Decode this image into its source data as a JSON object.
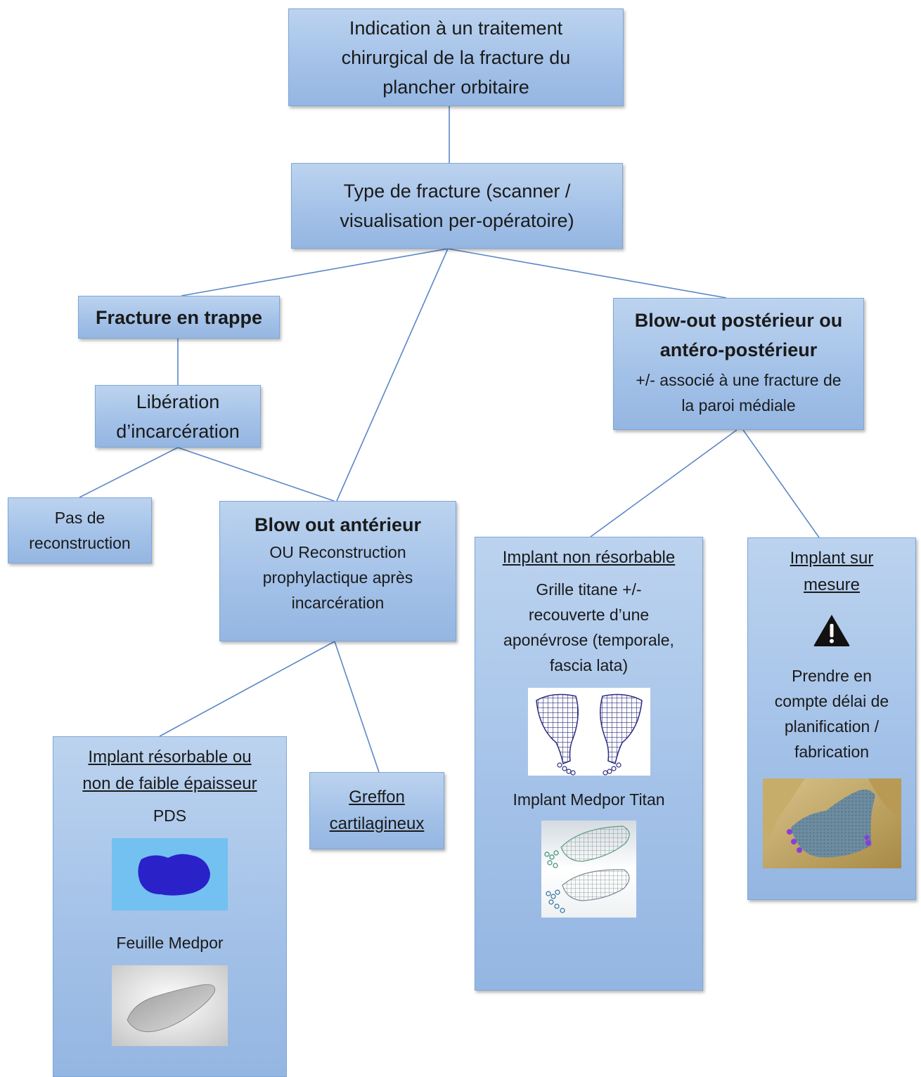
{
  "nodes": {
    "root": {
      "lines": [
        "Indication à un traitement",
        "chirurgical de la fracture du",
        "plancher orbitaire"
      ]
    },
    "type": {
      "lines": [
        "Type de fracture (scanner /",
        "visualisation per-opératoire)"
      ]
    },
    "trappe": {
      "title": "Fracture en trappe"
    },
    "liberation": {
      "lines": [
        "Libération",
        "d’incarcération"
      ]
    },
    "pas": {
      "lines": [
        "Pas de",
        "reconstruction"
      ]
    },
    "blowout_ant": {
      "title": "Blow out antérieur",
      "lines": [
        "OU Reconstruction",
        "prophylactique après",
        "incarcération"
      ]
    },
    "blowout_post": {
      "title_lines": [
        "Blow-out postérieur ou",
        "antéro-postérieur"
      ],
      "lines": [
        "+/- associé à une fracture de",
        "la paroi médiale"
      ]
    },
    "resorbable": {
      "title_lines": [
        "Implant résorbable ou",
        "non de faible épaisseur"
      ],
      "item1": "PDS",
      "item2": "Feuille Medpor"
    },
    "greffon": {
      "title_lines": [
        "Greffon",
        "cartilagineux"
      ]
    },
    "non_resorbable": {
      "title": "Implant non résorbable",
      "lines": [
        "Grille titane  +/-",
        "recouverte d’une",
        "aponévrose (temporale,",
        "fascia lata)"
      ],
      "item2": "Implant Medpor Titan"
    },
    "sur_mesure": {
      "title_lines": [
        "Implant sur",
        "mesure"
      ],
      "icon": "warning-icon",
      "lines": [
        "Prendre en",
        "compte délai de",
        "planification /",
        "fabrication"
      ]
    }
  },
  "colors": {
    "box_fill": "#a4c2e8",
    "box_border": "#7fa7d6",
    "connector": "#5b87c6",
    "pds_blue": "#2a22c8"
  }
}
